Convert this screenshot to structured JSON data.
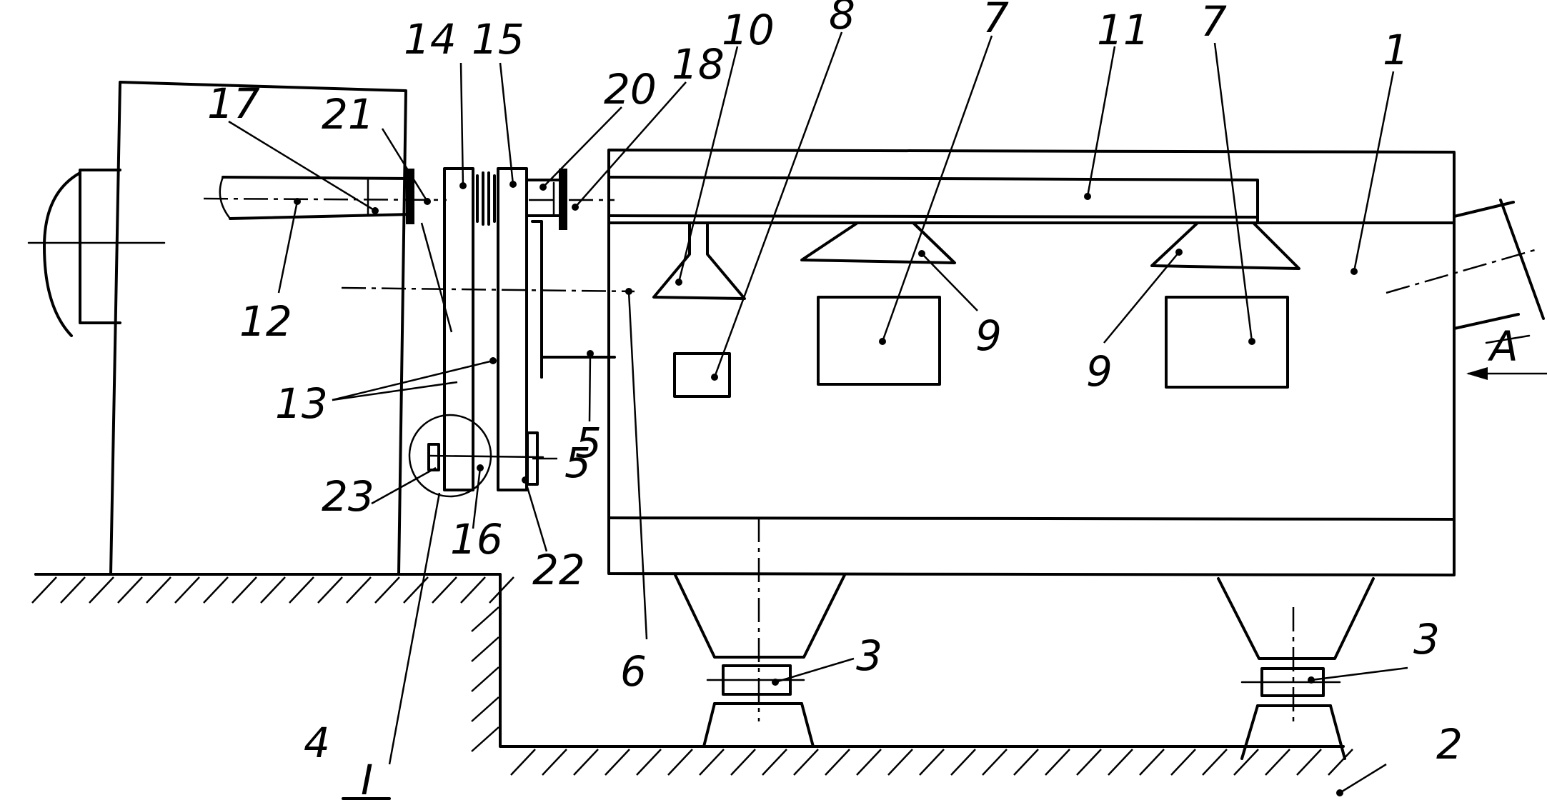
{
  "labels": {
    "l1": "1",
    "l2": "2",
    "l3a": "3",
    "l3b": "3",
    "l4": "4",
    "l5a": "5",
    "l5b": "5",
    "l6": "6",
    "l7a": "7",
    "l7b": "7",
    "l8": "8",
    "l9a": "9",
    "l9b": "9",
    "l10": "10",
    "l11": "11",
    "l12": "12",
    "l13": "13",
    "l14": "14",
    "l15": "15",
    "l16": "16",
    "l17": "17",
    "l18": "18",
    "l20": "20",
    "l21": "21",
    "l22": "22",
    "l23": "23",
    "detail": "I",
    "view": "A"
  }
}
